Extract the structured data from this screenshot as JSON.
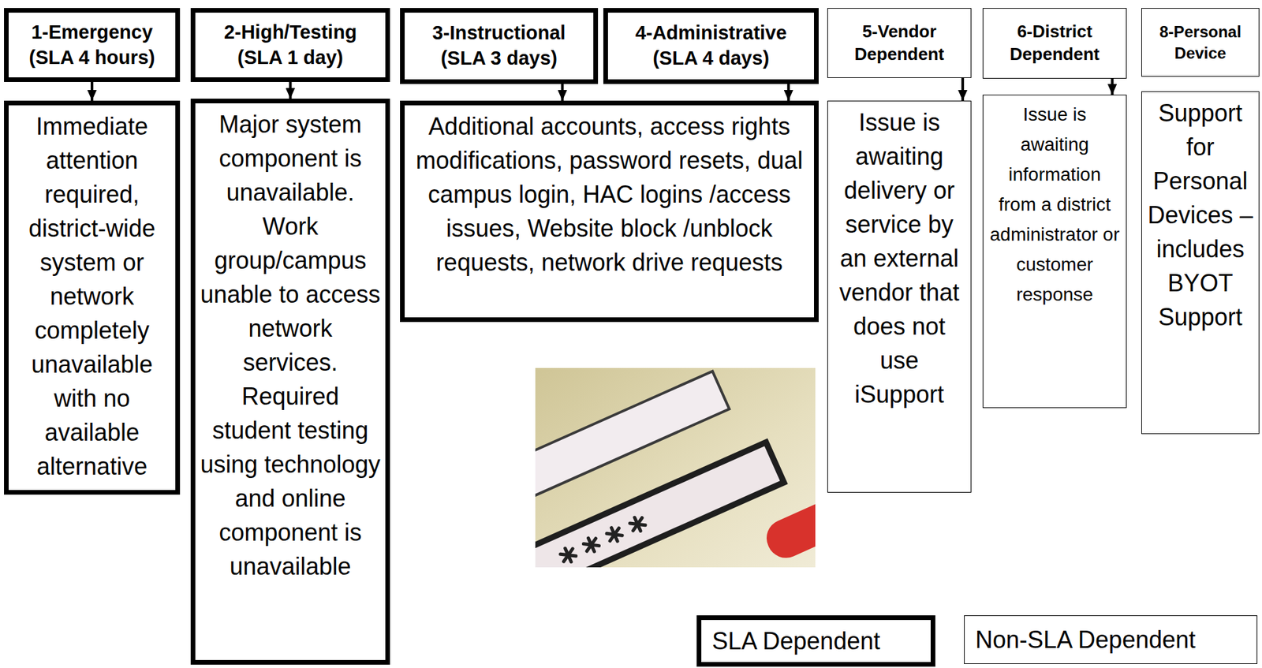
{
  "diagram": {
    "nodes": [
      {
        "text": [
          "1-Emergency (SLA 4 hours)"
        ]
      },
      {
        "text": [
          "Immediate attention required, district-wide system or network completely unavailable with no available alternative"
        ]
      },
      {
        "text": [
          "2-High/Testing (SLA 1 day)"
        ]
      },
      {
        "text": [
          "Major system component is unavailable. Work group/campus unable to access network services. Required student testing using technology and online component is unavailable"
        ]
      },
      {
        "text": [
          "3-Instructional (SLA 3 days)"
        ]
      },
      {
        "text": [
          "4-Administrative (SLA 4 days)"
        ]
      },
      {
        "text": [
          "Additional accounts, access rights modifications, password resets, dual campus login, HAC logins /access issues, Website block /unblock requests, network drive requests"
        ]
      },
      {
        "text": [
          "5-Vendor Dependent"
        ]
      },
      {
        "text": [
          "Issue is awaiting delivery or service by an external vendor that does not use iSupport"
        ]
      },
      {
        "text": [
          "6-District Dependent"
        ]
      },
      {
        "text": [
          "Issue is awaiting information from a district administrator or customer response"
        ]
      },
      {
        "text": [
          "8-Personal Device"
        ]
      },
      {
        "text": [
          "Support for Personal Devices – includes BYOT Support"
        ]
      },
      {
        "text": [
          "SLA Dependent"
        ]
      },
      {
        "text": [
          "Non-SLA Dependent"
        ]
      }
    ],
    "edges": [
      {
        "from": 0,
        "to": 1,
        "arrow": "to"
      },
      {
        "from": 2,
        "to": 3,
        "arrow": "to"
      },
      {
        "from": 4,
        "to": 6,
        "arrow": "to"
      },
      {
        "from": 5,
        "to": 6,
        "arrow": "to"
      },
      {
        "from": 7,
        "to": 8,
        "arrow": "to"
      },
      {
        "from": 9,
        "to": 10,
        "arrow": "to"
      }
    ]
  }
}
